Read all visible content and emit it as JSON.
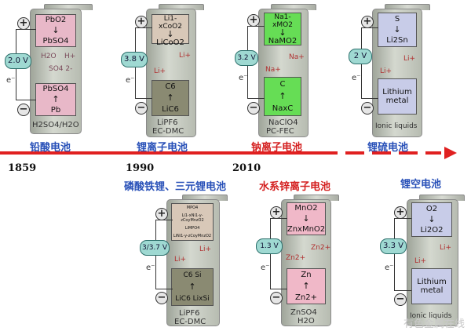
{
  "timeline": {
    "years": [
      "1859",
      "1990",
      "2010"
    ]
  },
  "batteries": {
    "lead_acid": {
      "name": "铅酸电池",
      "voltage": "2.0 V",
      "cathode": "PbO2",
      "cathode_product": "PbSO4",
      "anode_top": "PbSO4",
      "anode_bottom": "Pb",
      "ions": [
        "H2O",
        "H+",
        "SO4 2-"
      ],
      "electrolyte": "H2SO4/H2O"
    },
    "li_ion": {
      "name": "锂离子电池",
      "voltage": "3.8 V",
      "cathode": "Li1-xCoO2",
      "cathode_product": "LiCoO2",
      "anode_top": "C6",
      "anode_bottom": "LiC6",
      "ion": "Li+",
      "electrolyte_1": "LiPF6",
      "electrolyte_2": "EC-DMC"
    },
    "na_ion": {
      "name": "钠离子电池",
      "voltage": "3.2 V",
      "cathode": "Na1-xMO2",
      "cathode_product": "NaMO2",
      "anode_top": "C",
      "anode_bottom": "NaxC",
      "ion": "Na+",
      "electrolyte_1": "NaClO4",
      "electrolyte_2": "PC-FEC"
    },
    "li_s": {
      "name": "锂硫电池",
      "voltage": "2 V",
      "cathode": "S",
      "cathode_product": "Li2Sn",
      "anode": "Lithium metal",
      "ion": "Li+",
      "electrolyte": "Ionic liquids"
    },
    "lfp_ncm": {
      "name": "磷酸铁锂、三元锂电池",
      "voltage": "3/3.7 V",
      "cathode_lines": [
        "MPO4",
        "Li1-xNi1-y-zCoyMnzO2",
        "LiMPO4",
        "LiNi1-y-zCoyMnzO2"
      ],
      "anode_top": "C6 Si",
      "anode_bottom": "LiC6 LixSi",
      "ion": "Li+",
      "electrolyte_1": "LiPF6",
      "electrolyte_2": "EC-DMC"
    },
    "aq_zn": {
      "name": "水系锌离子电池",
      "voltage": "1.3 V",
      "cathode": "MnO2",
      "cathode_product": "ZnxMnO2",
      "anode_top": "Zn",
      "anode_bottom": "Zn2+",
      "ion": "Zn2+",
      "electrolyte_1": "ZnSO4",
      "electrolyte_2": "H2O"
    },
    "li_air": {
      "name": "锂空电池",
      "voltage": "3.3 V",
      "cathode": "O2",
      "cathode_product": "Li2O2",
      "anode": "Lithium metal",
      "ion": "Li+",
      "electrolyte": "Ionic liquids"
    }
  },
  "common": {
    "plus": "+",
    "minus": "−",
    "electron": "e⁻"
  },
  "watermark": "有色金属在线",
  "colors": {
    "timeline": "#e02020",
    "name_blue": "#2850b8",
    "name_red": "#d42020",
    "lead": "#e8b8c8",
    "li": "#d8c8b8",
    "na": "#66dd55",
    "s": "#c8cce8",
    "zn": "#f0b8c8"
  }
}
